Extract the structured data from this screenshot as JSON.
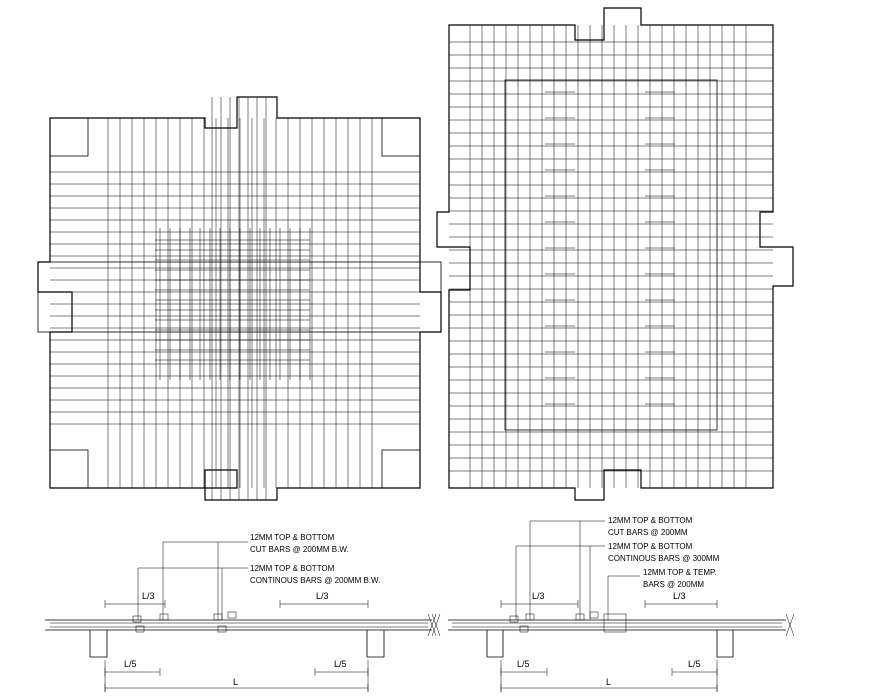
{
  "section_left": {
    "note_top_line1": "12MM TOP & BOTTOM",
    "note_top_line2": "CUT BARS @ 200MM B.W.",
    "note_mid_line1": "12MM TOP & BOTTOM",
    "note_mid_line2": "CONTINOUS BARS @ 200MM B.W.",
    "dim_third_left": "L/3",
    "dim_third_right": "L/3",
    "dim_fifth_left": "L/5",
    "dim_fifth_right": "L/5",
    "dim_span": "L"
  },
  "section_right": {
    "note_top_line1": "12MM TOP & BOTTOM",
    "note_top_line2": "CUT BARS @ 200MM",
    "note_mid_line1": "12MM TOP & BOTTOM",
    "note_mid_line2": "CONTINOUS BARS @ 300MM",
    "note_low_line1": "12MM TOP & TEMP.",
    "note_low_line2": "BARS @ 200MM",
    "dim_third_left": "L/3",
    "dim_third_right": "L/3",
    "dim_fifth_left": "L/5",
    "dim_fifth_right": "L/5",
    "dim_span": "L"
  }
}
